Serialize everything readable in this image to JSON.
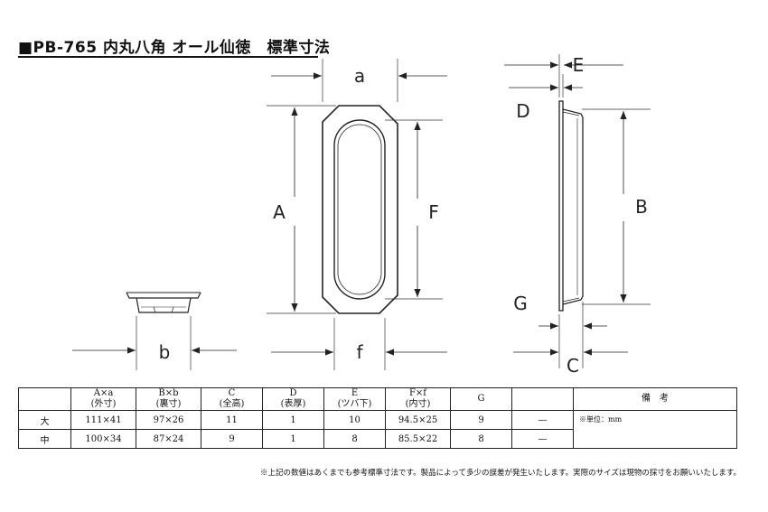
{
  "title": "■PB-765 内丸八角 オール仙徳　標準寸法",
  "labels": {
    "a": "a",
    "A": "A",
    "F": "F",
    "f": "f",
    "b": "b",
    "E": "E",
    "D": "D",
    "B": "B",
    "G": "G",
    "C": "C"
  },
  "table": {
    "headers": [
      {
        "top": "",
        "bottom": ""
      },
      {
        "top": "A×a",
        "bottom": "(外寸)"
      },
      {
        "top": "B×b",
        "bottom": "(裏寸)"
      },
      {
        "top": "C",
        "bottom": "(全高)"
      },
      {
        "top": "D",
        "bottom": "(表厚)"
      },
      {
        "top": "E",
        "bottom": "(ツバ下)"
      },
      {
        "top": "F×f",
        "bottom": "(内寸)"
      },
      {
        "top": "G",
        "bottom": ""
      },
      {
        "top": "",
        "bottom": ""
      },
      {
        "top": "備　考",
        "bottom": ""
      }
    ],
    "rows": [
      {
        "cells": [
          "大",
          "111×41",
          "97×26",
          "11",
          "1",
          "10",
          "94.5×25",
          "9",
          "—"
        ]
      },
      {
        "cells": [
          "中",
          "100×34",
          "87×24",
          "9",
          "1",
          "8",
          "85.5×22",
          "8",
          "—"
        ]
      }
    ],
    "remark": "※単位：mm"
  },
  "footnote": "※上記の数値はあくまでも参考標準寸法です。製品によって多少の誤差が発生いたします。実際のサイズは現物の採寸をお願いいたします。"
}
